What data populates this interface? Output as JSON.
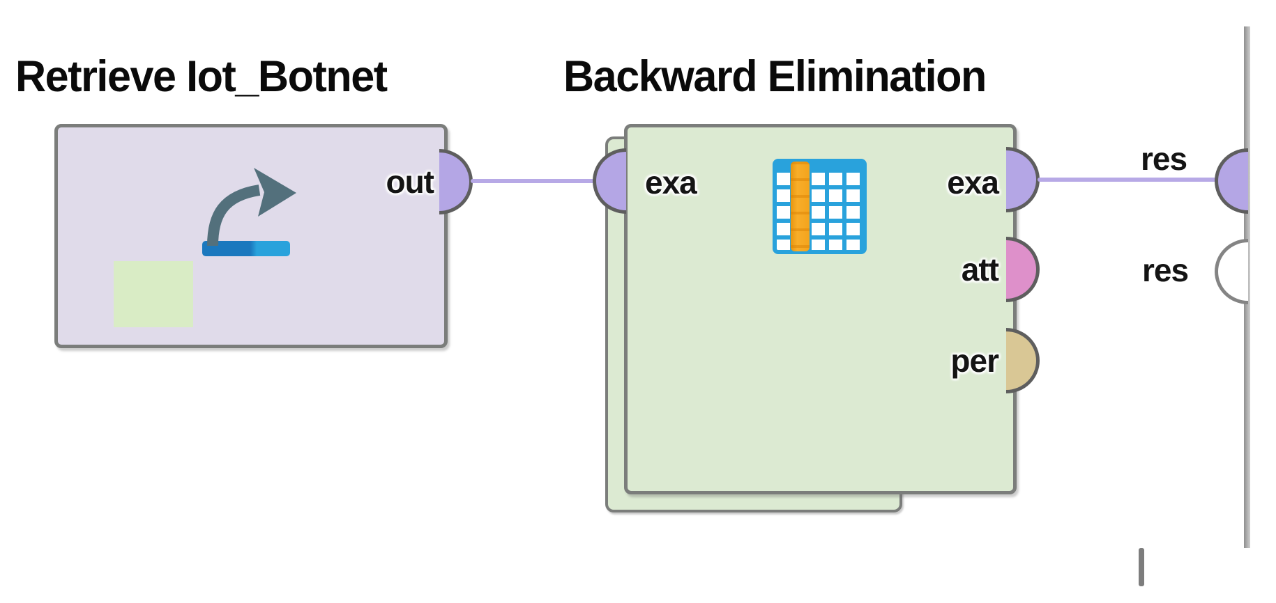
{
  "app_context": "process-canvas",
  "operators": {
    "retrieve": {
      "title": "Retrieve Iot_Botnet",
      "ports": {
        "out": "out"
      },
      "icon": "retrieve-curved-arrow-icon"
    },
    "backward_elimination": {
      "title": "Backward Elimination",
      "ports": {
        "exa_in": "exa",
        "exa_out": "exa",
        "att_out": "att",
        "per_out": "per"
      },
      "icon": "data-table-column-icon",
      "is_subprocess": true
    }
  },
  "process_panel": {
    "result_ports": {
      "res1": "res",
      "res2": "res"
    }
  },
  "connections": [
    {
      "from": "retrieve.out",
      "to": "backward_elimination.exa_in"
    },
    {
      "from": "backward_elimination.exa_out",
      "to": "process_panel.res1"
    }
  ],
  "colors": {
    "title_color": "#0a0a0a",
    "op_lavender": "#e0dbea",
    "op_green": "#dcead2",
    "inner_green": "#d9ecc5",
    "border_gray": "#7b7d7b",
    "port_ring": "#5e5e5e",
    "port_purple": "#b4a6e5",
    "port_pink": "#de90ca",
    "port_tan": "#d9c795",
    "wire_purple": "#b7a9e6",
    "icon_blue": "#29a2dc",
    "icon_blue_dark": "#1b78be",
    "icon_orange": "#f4a41d",
    "icon_arrow_slate": "#53707c"
  }
}
